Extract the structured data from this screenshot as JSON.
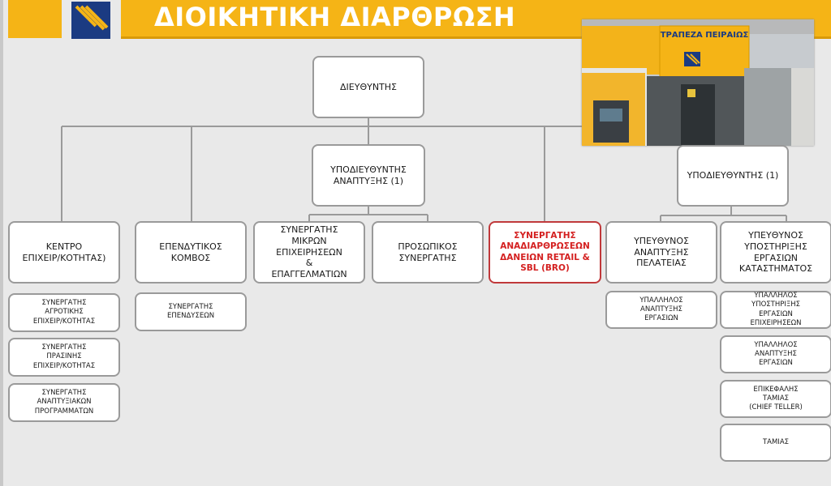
{
  "header": {
    "title": "ΔΙΟΙΚΗΤΙΚΗ ΔΙΑΡΘΡΩΣΗ"
  },
  "photo": {
    "sign_text": "ΤΡΑΠΕΖΑ ΠΕΙΡΑΙΩΣ"
  },
  "org": {
    "director": "ΔΙΕΥΘΥΝΤΗΣ",
    "deputy_dev": "ΥΠΟΔΙΕΥΘΥΝΤΗΣ\nΑΝΑΠΤΥΞΗΣ (1)",
    "deputy": "ΥΠΟΔΙΕΥΘΥΝΤΗΣ (1)",
    "business_center": "ΚΕΝΤΡΟ\nΕΠΙΧΕΙΡ/ΚΟΤΗΤΑΣ)",
    "investment_hub": "ΕΠΕΝΔΥΤΙΚΟΣ\nΚΟΜΒΟΣ",
    "small_business_partner": "ΣΥΝΕΡΓΑΤΗΣ\nΜΙΚΡΩΝ ΕΠΙΧΕΙΡΗΣΕΩΝ\n&\nΕΠΑΓΓΕΛΜΑΤΙΩΝ",
    "personal_partner": "ΠΡΟΣΩΠΙΚΟΣ\nΣΥΝΕΡΓΑΤΗΣ",
    "restructuring_partner": "ΣΥΝΕΡΓΑΤΗΣ\nΑΝΑΔΙΑΡΘΡΩΣΕΩΝ\nΔΑΝΕΙΩΝ RETAIL &\nSBL (BRO)",
    "client_dev_officer": "ΥΠΕΥΘΥΝΟΣ\nΑΝΑΠΤΥΞΗΣ\nΠΕΛΑΤΕΙΑΣ",
    "branch_ops_officer": "ΥΠΕΥΘΥΝΟΣ\nΥΠΟΣΤΗΡΙΞΗΣ\nΕΡΓΑΣΙΩΝ\nΚΑΤΑΣΤΗΜΑΤΟΣ",
    "agri_partner": "ΣΥΝΕΡΓΑΤΗΣ\nΑΓΡΟΤΙΚΗΣ\nΕΠΙΧΕΙΡ/ΚΟΤΗΤΑΣ",
    "green_partner": "ΣΥΝΕΡΓΑΤΗΣ\nΠΡΑΣΙΝΗΣ\nΕΠΙΧΕΙΡ/ΚΟΤΗΤΑΣ",
    "dev_programs_partner": "ΣΥΝΕΡΓΑΤΗΣ\nΑΝΑΠΤΥΞΙΑΚΩΝ\nΠΡΟΓΡΑΜΜΑΤΩΝ",
    "investment_partner": "ΣΥΝΕΡΓΑΤΗΣ\nΕΠΕΝΔΥΣΕΩΝ",
    "ops_dev_clerk": "ΥΠΑΛΛΗΛΟΣ\nΑΝΑΠΤΥΞΗΣ\nΕΡΓΑΣΙΩΝ",
    "business_support_clerk": "ΥΠΑΛΛΗΛΟΣ\nΥΠΟΣΤΗΡΙΞΗΣ\nΕΡΓΑΣΙΩΝ\nΕΠΙΧΕΙΡΗΣΕΩΝ",
    "ops_dev_clerk_2": "ΥΠΑΛΛΗΛΟΣ\nΑΝΑΠΤΥΞΗΣ\nΕΡΓΑΣΙΩΝ",
    "chief_teller": "ΕΠΙΚΕΦΑΛΗΣ\nΤΑΜΙΑΣ\n(CHIEF TELLER)",
    "teller": "ΤΑΜΙΑΣ"
  }
}
